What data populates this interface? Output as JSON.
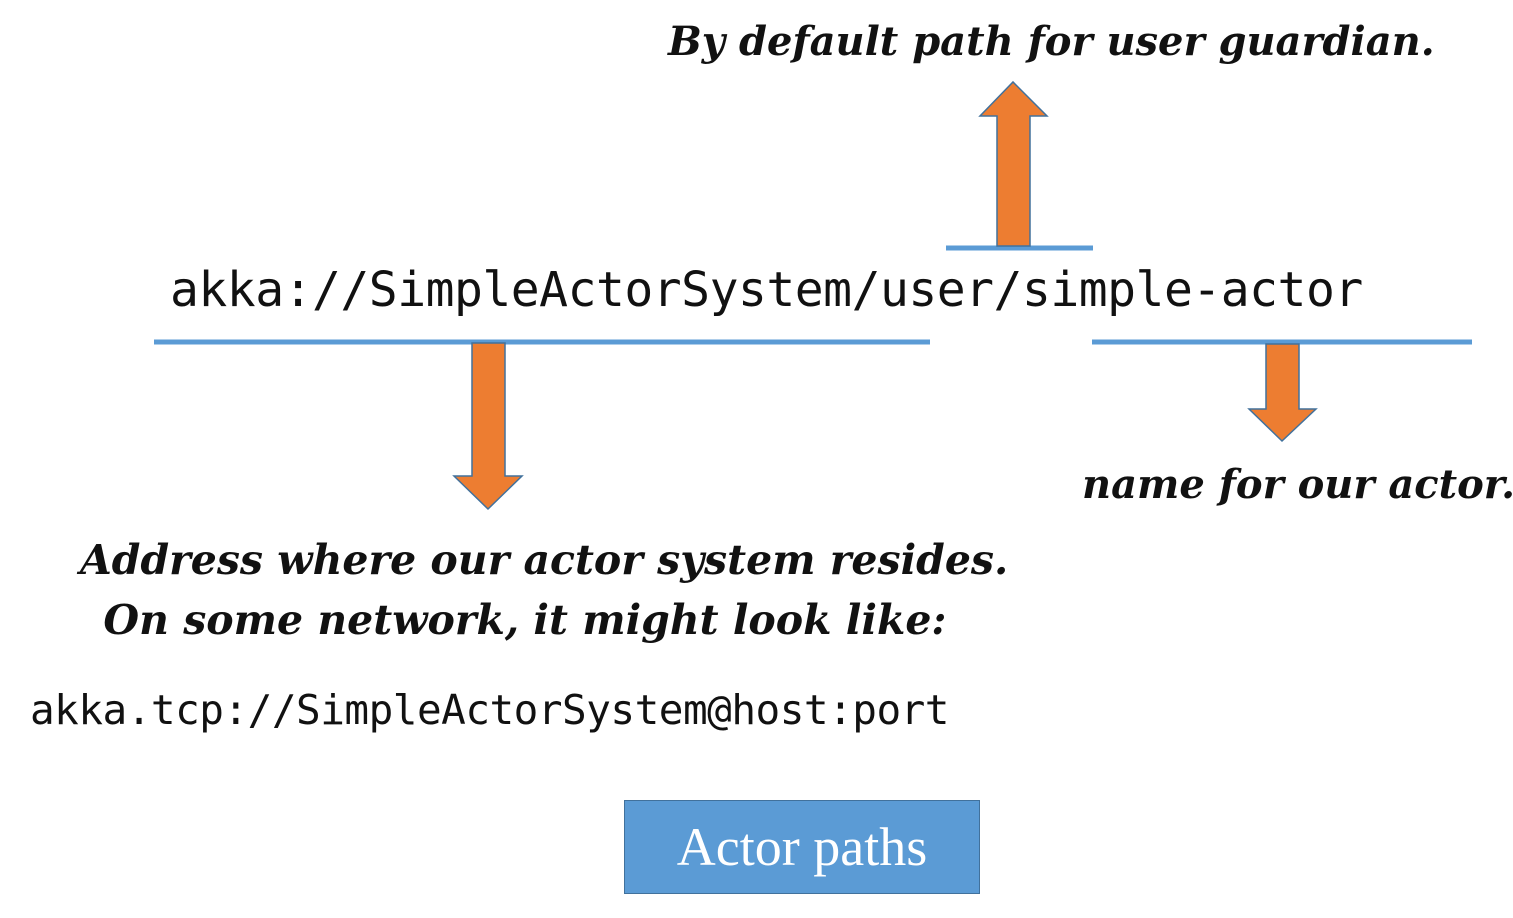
{
  "diagram": {
    "main_path": "akka://SimpleActorSystem/user/simple-actor",
    "notes": {
      "guardian": "By default path for user guardian.",
      "actor_name": "name for our actor.",
      "address_line1": "Address where our actor system resides.",
      "address_line2": "On some network, it might look like:"
    },
    "remote_example": "akka.tcp://SimpleActorSystem@host:port",
    "caption": "Actor paths",
    "colors": {
      "underline": "#5b9bd5",
      "arrow_fill": "#ed7d31",
      "arrow_stroke": "#41719c",
      "caption_fill": "#5b9bd5",
      "caption_text": "#ffffff"
    }
  }
}
